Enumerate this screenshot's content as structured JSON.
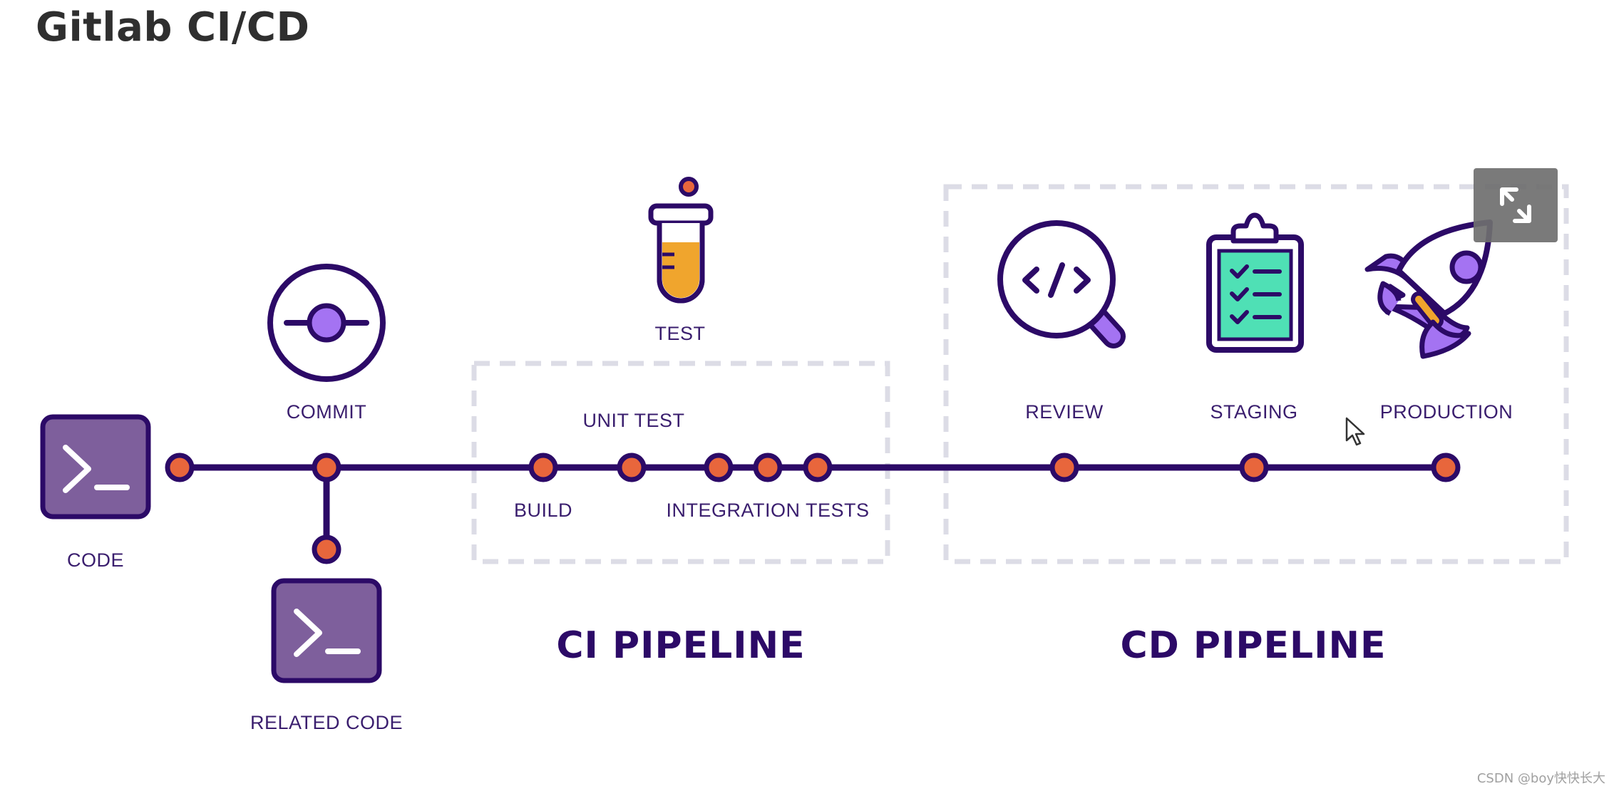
{
  "page": {
    "title": "Gitlab CI/CD",
    "watermark": "CSDN @boy快快长大"
  },
  "labels": {
    "code": "CODE",
    "commit": "COMMIT",
    "related_code": "RELATED CODE",
    "test": "TEST",
    "unit_test": "UNIT TEST",
    "build": "BUILD",
    "integration_tests": "INTEGRATION TESTS",
    "review": "REVIEW",
    "staging": "STAGING",
    "production": "PRODUCTION"
  },
  "sections": {
    "ci": "CI PIPELINE",
    "cd": "CD PIPELINE"
  },
  "icons": [
    "terminal-icon",
    "commit-icon",
    "test-tube-icon",
    "code-review-icon",
    "clipboard-icon",
    "rocket-icon",
    "expand-icon",
    "cursor-icon"
  ],
  "colors": {
    "line": "#2c0a67",
    "node": "#e8663c",
    "terminal": "#7e5f9c",
    "accent": "#a473f2",
    "tube": "#f0a52d",
    "clipboard": "#4fe0b5",
    "dashed": "#dcdce6"
  }
}
